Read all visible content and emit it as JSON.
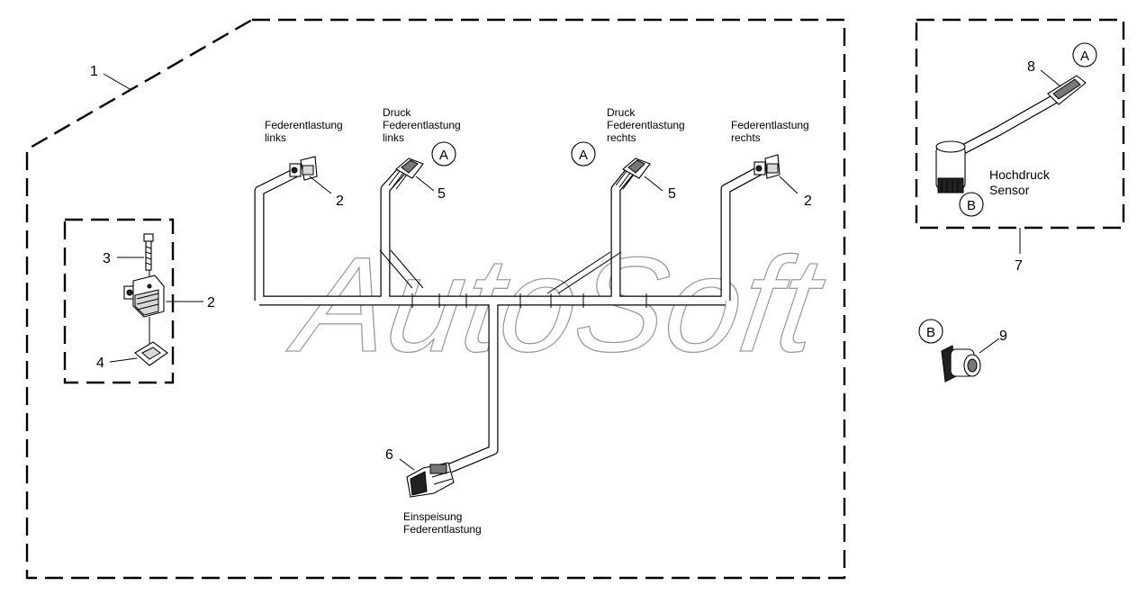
{
  "watermark": "AutoSoft",
  "labels": {
    "fed_links": [
      "Federentlastung",
      "links"
    ],
    "druck_links": [
      "Druck",
      "Federentlastung",
      "links"
    ],
    "druck_rechts": [
      "Druck",
      "Federentlastung",
      "rechts"
    ],
    "fed_rechts": [
      "Federentlastung",
      "rechts"
    ],
    "einspeisung": [
      "Einspeisung",
      "Federentlastung"
    ],
    "sensor": [
      "Hochdruck",
      "Sensor"
    ]
  },
  "callouts": {
    "n1": "1",
    "n2a": "2",
    "n2b": "2",
    "n2c": "2",
    "n3": "3",
    "n4": "4",
    "n5a": "5",
    "n5b": "5",
    "n6": "6",
    "n7": "7",
    "n8": "8",
    "n9": "9"
  },
  "refs": {
    "a1": "A",
    "a2": "A",
    "a3": "A",
    "b1": "B",
    "b2": "B"
  }
}
